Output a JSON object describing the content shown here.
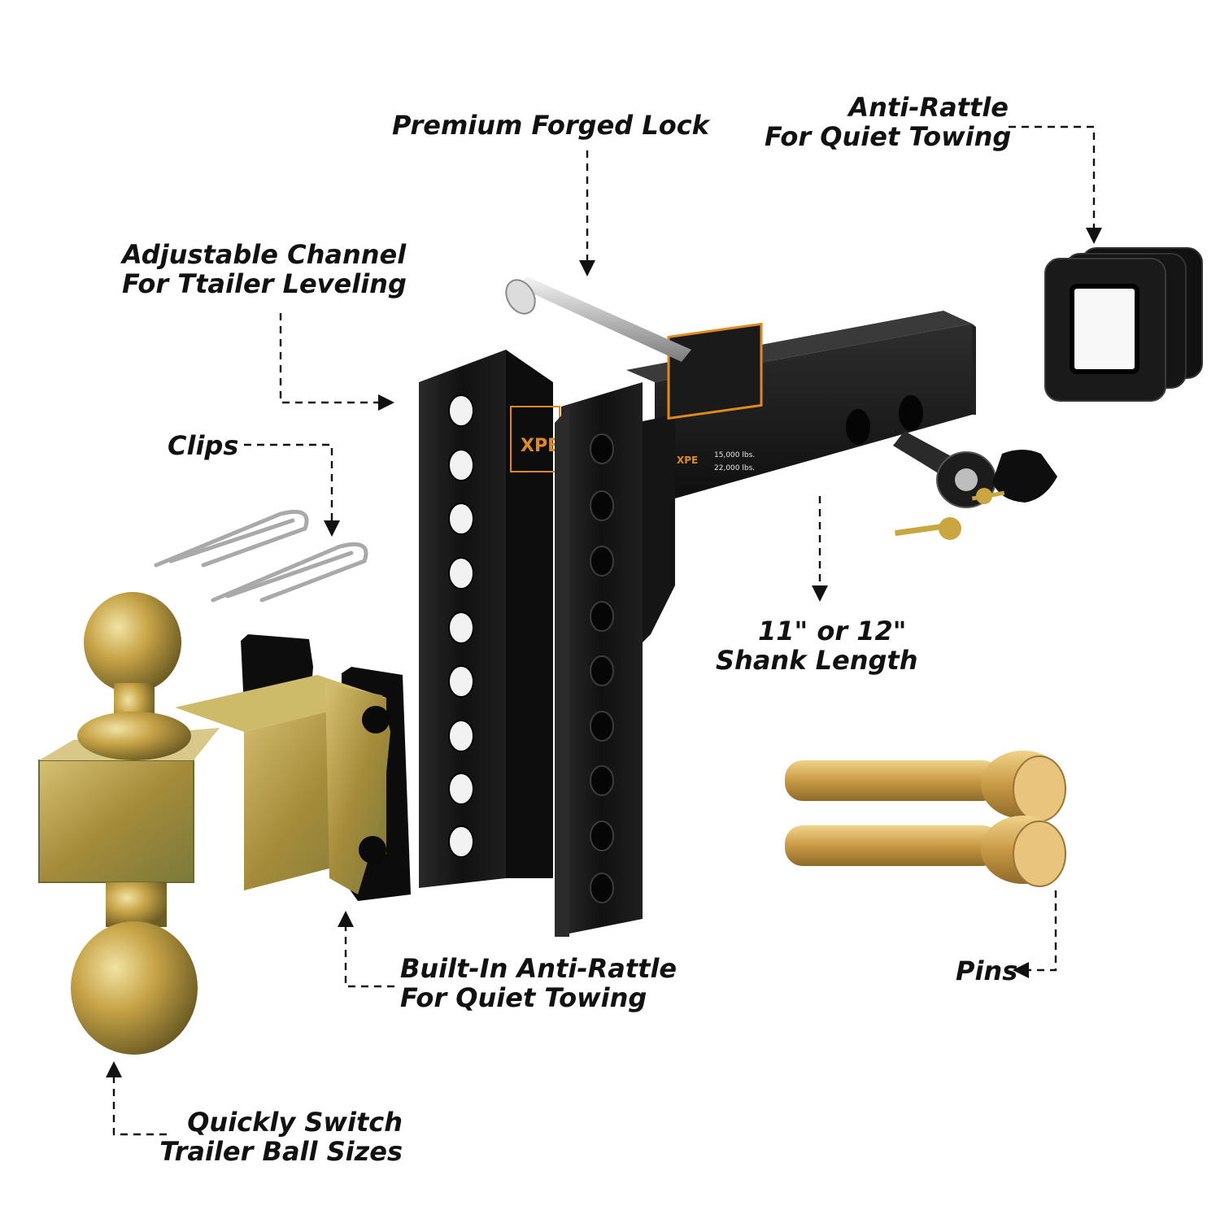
{
  "colors": {
    "background": "#ffffff",
    "text": "#111111",
    "steel_black": "#161616",
    "brass": "#c9a640",
    "chrome": "#c8c8c8",
    "label_orange": "#e08a1e"
  },
  "callouts": {
    "forged_lock": {
      "line1": "Premium Forged Lock"
    },
    "anti_rattle_sleeve": {
      "line1": "Anti-Rattle",
      "line2": "For Quiet Towing"
    },
    "channel": {
      "line1": "Adjustable Channel",
      "line2": "For Ttailer Leveling"
    },
    "clips": {
      "line1": "Clips"
    },
    "shank": {
      "line1": "11\" or 12\"",
      "line2": "Shank Length"
    },
    "built_in_anti_rattle": {
      "line1": "Built-In Anti-Rattle",
      "line2": "For Quiet Towing"
    },
    "pins": {
      "line1": "Pins"
    },
    "ball_switch": {
      "line1": "Quickly Switch",
      "line2": "Trailer Ball Sizes"
    }
  },
  "product": {
    "logo": "XPE",
    "label_ratings": [
      "15,000 lbs.",
      "22,000 lbs."
    ]
  }
}
